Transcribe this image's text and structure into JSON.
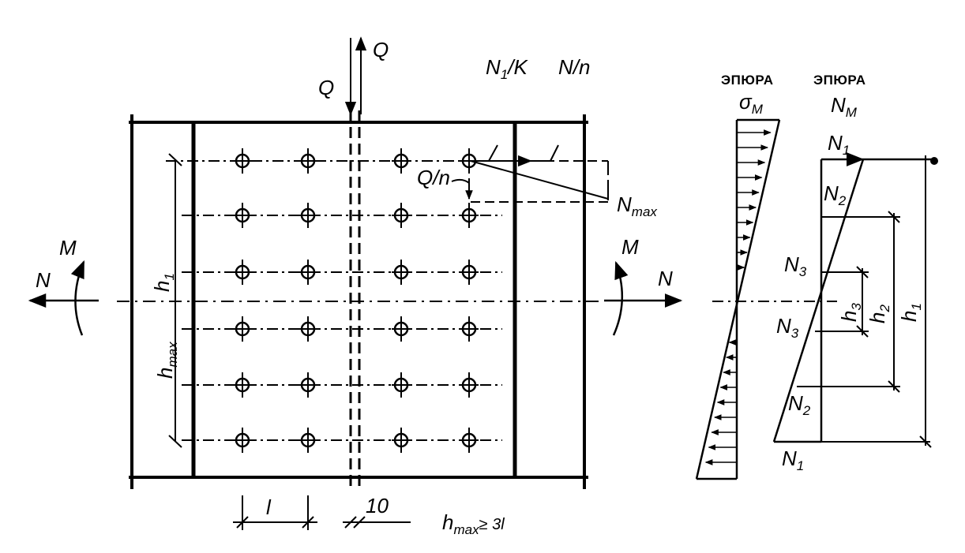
{
  "labels": {
    "q_up": "Q",
    "q_down": "Q",
    "n1_k": "N",
    "n1_k_sub": "1",
    "n1_k_rest": "/K",
    "n_over_n": "N/n",
    "q_over_n": "Q/n",
    "n_max": "N",
    "n_max_sub": "max",
    "m_left": "M",
    "n_left": "N",
    "m_right": "M",
    "n_right": "N",
    "h1_left": "h",
    "h1_left_sub": "1",
    "hmax_left": "h",
    "hmax_left_sub": "max",
    "spacing_l": "l",
    "dim_10": "10",
    "hmax_cond": "h",
    "hmax_cond_sub": "max",
    "hmax_cond_rest": "≥ 3l"
  },
  "diagrams": {
    "sigma_title": "ЭПЮРА",
    "sigma_symbol": "σ",
    "sigma_sub": "M",
    "n_title": "ЭПЮРА",
    "n_symbol": "N",
    "n_sub": "M",
    "n1_top": "N",
    "n1_top_sub": "1",
    "n2_top": "N",
    "n2_top_sub": "2",
    "n3_top": "N",
    "n3_top_sub": "3",
    "n3_bot": "N",
    "n3_bot_sub": "3",
    "n2_bot": "N",
    "n2_bot_sub": "2",
    "n1_bot": "N",
    "n1_bot_sub": "1",
    "h3": "h",
    "h3_sub": "3",
    "h2": "h",
    "h2_sub": "2",
    "h1": "h",
    "h1_sub": "1"
  }
}
